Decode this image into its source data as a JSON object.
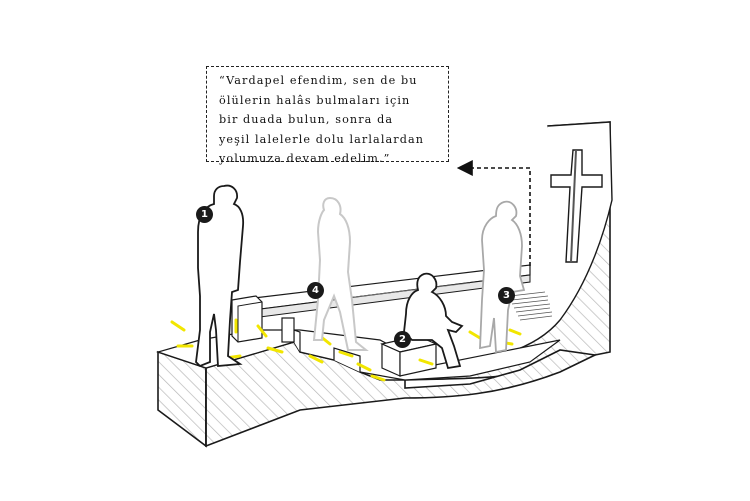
{
  "quote": {
    "lines": [
      "“Vardapel efendim, sen de bu",
      "ölülerin halâs bulmaları için",
      "bir duada bulun, sonra da",
      "yeşil lalelerle dolu larlalardan",
      "yolumuza devam edelim.”"
    ]
  },
  "markers": [
    {
      "label": "1"
    },
    {
      "label": "2"
    },
    {
      "label": "3"
    },
    {
      "label": "4"
    }
  ],
  "colors": {
    "ink": "#1a1a1a",
    "hatch": "#b8b8b8",
    "ghost": "#c8c8c8",
    "ghost_mid": "#a8a8a8",
    "light_rays": "#f2e600"
  }
}
